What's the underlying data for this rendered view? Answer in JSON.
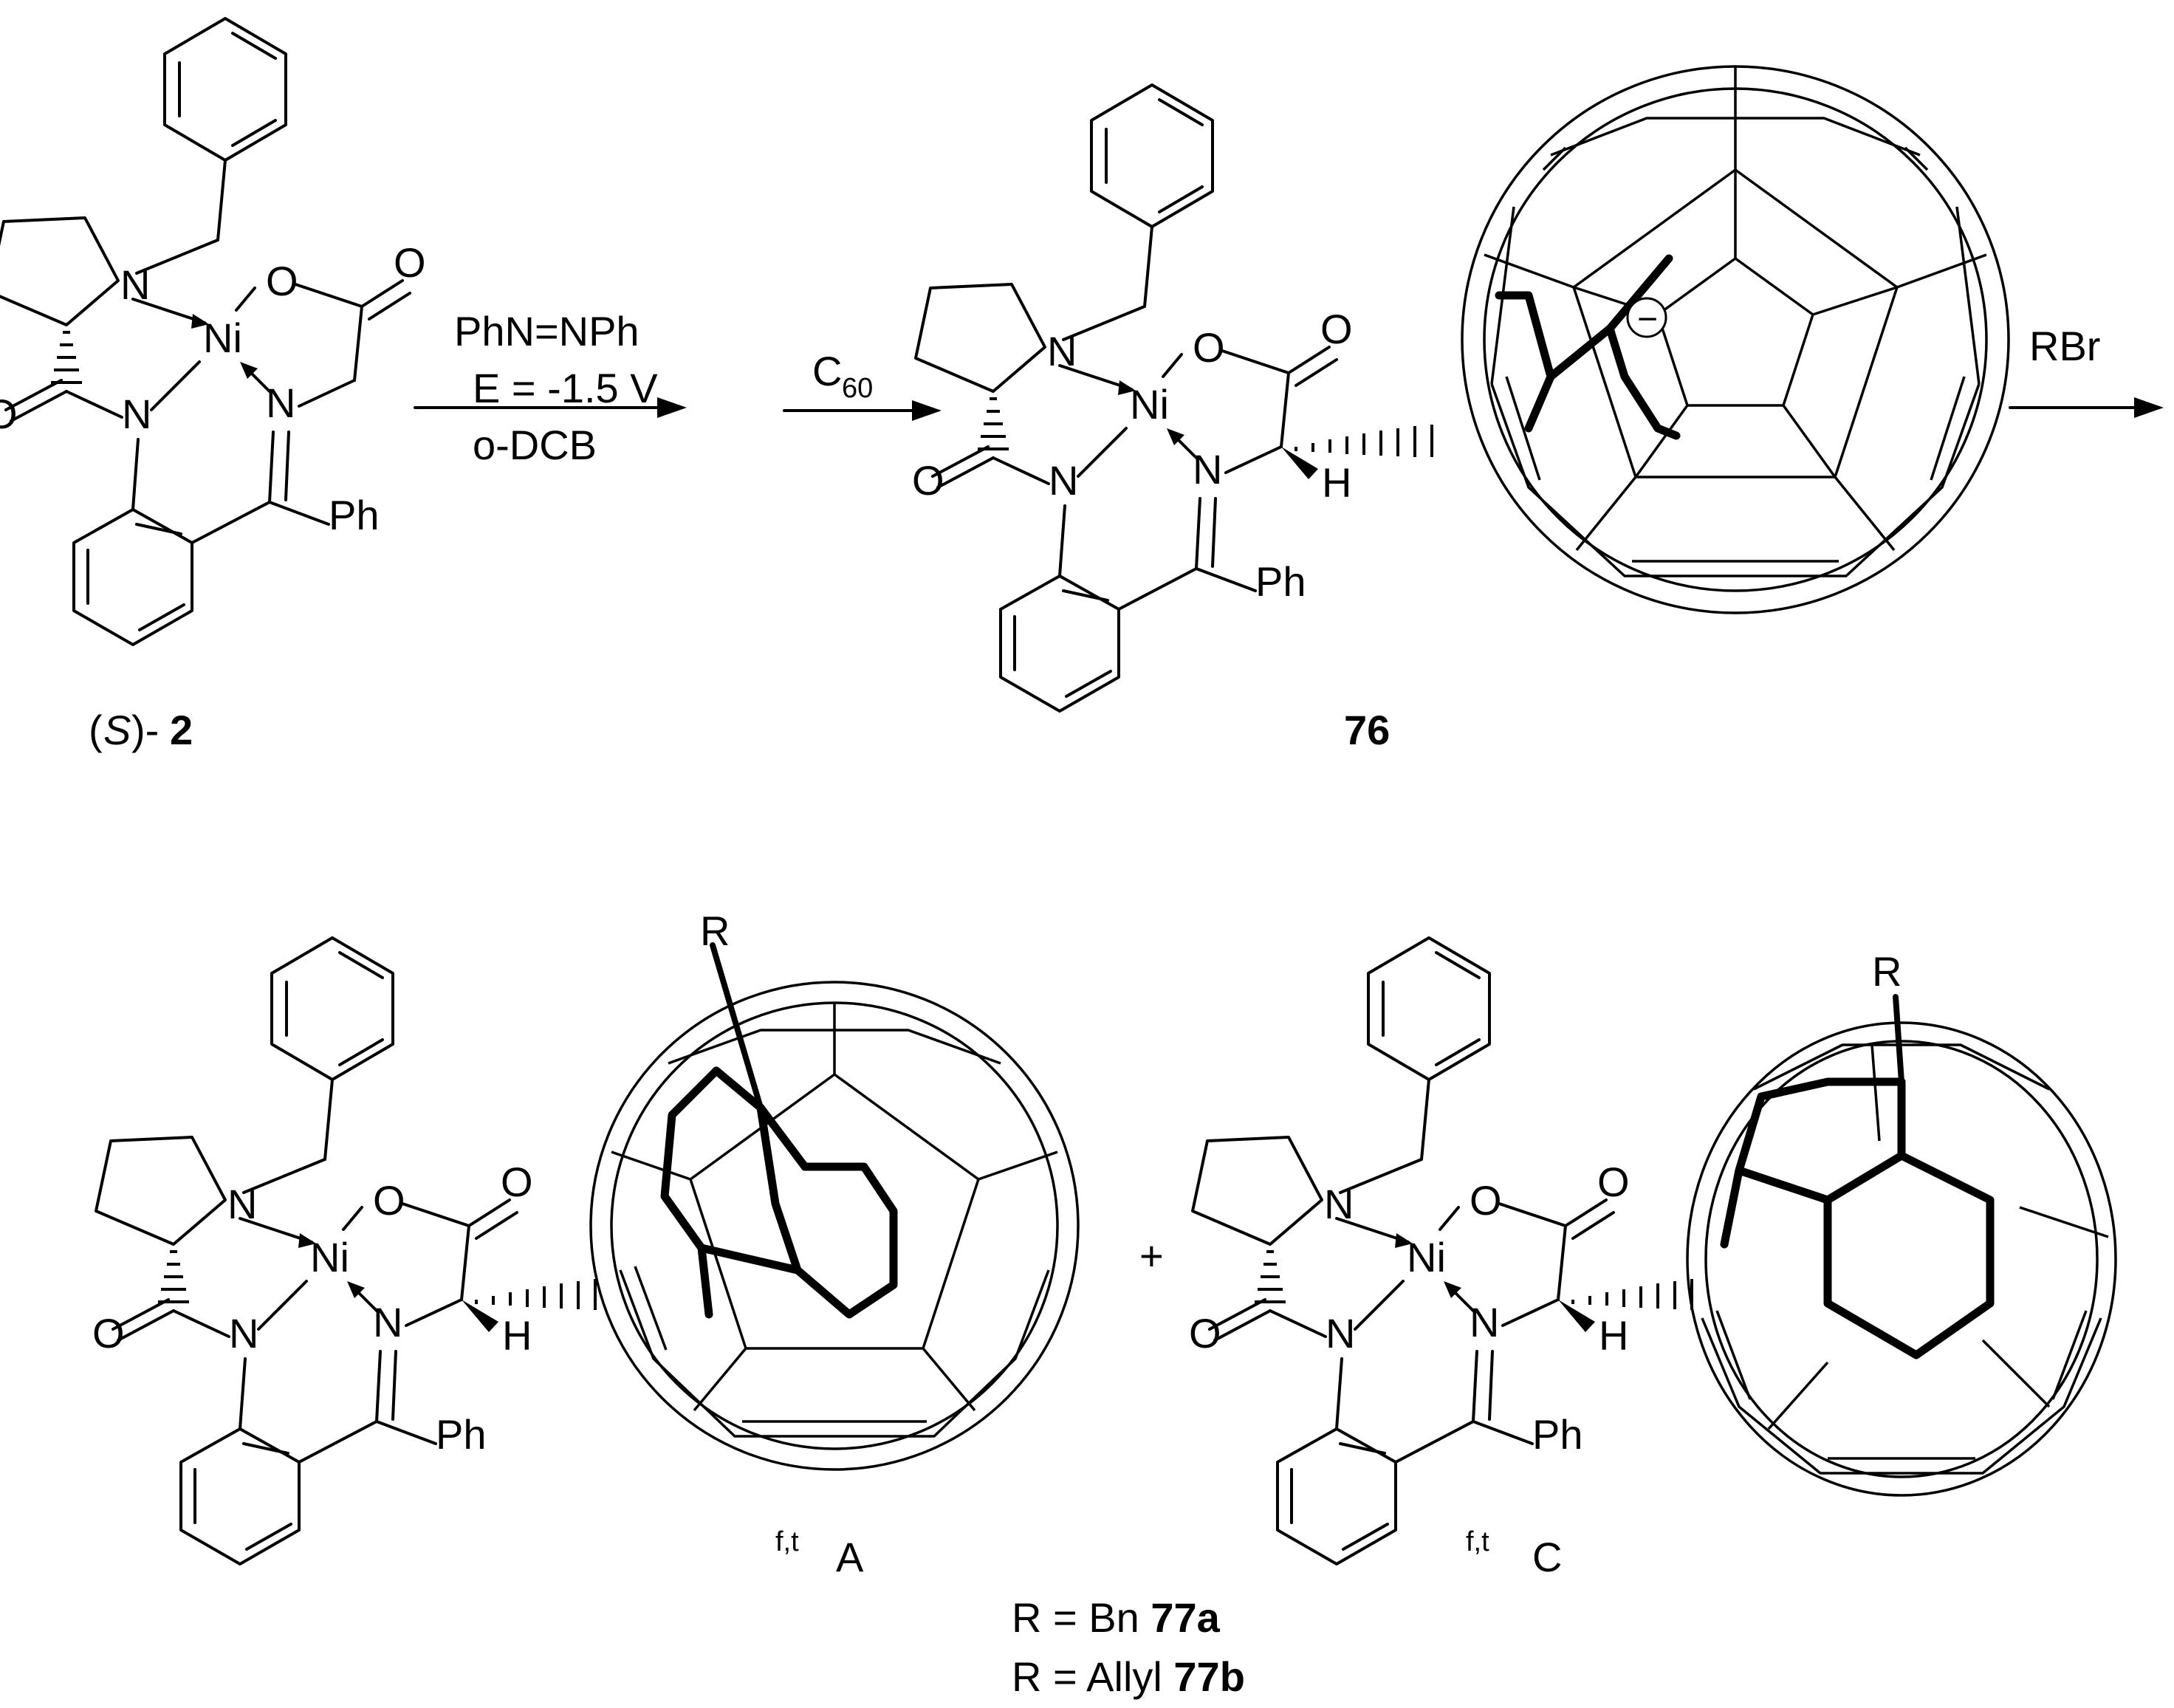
{
  "scheme": {
    "compounds": {
      "start": {
        "label_open": "(",
        "label_config": "S",
        "label_close": ")-",
        "label_num": "2"
      },
      "anion": {
        "label": "76"
      },
      "product_A": {
        "label_sup": "f,t",
        "label_letter": "A"
      },
      "product_C": {
        "label_sup": "f,t",
        "label_letter": "C"
      }
    },
    "reactions": {
      "step1": {
        "reagent": "PhN=NPh",
        "potential": "E = -1.5 V",
        "solvent": "o-DCB"
      },
      "step2": {
        "reagent_main": "C",
        "reagent_sub": "60"
      },
      "step3": {
        "reagent": "RBr"
      }
    },
    "atoms": {
      "N": "N",
      "Ni": "Ni",
      "O": "O",
      "Ph": "Ph",
      "H": "H",
      "R": "R"
    },
    "plus": "+",
    "charge": "−",
    "substituents": [
      {
        "prefix": "R = Bn ",
        "compound": "77a"
      },
      {
        "prefix": "R = Allyl ",
        "compound": "77b"
      }
    ]
  }
}
